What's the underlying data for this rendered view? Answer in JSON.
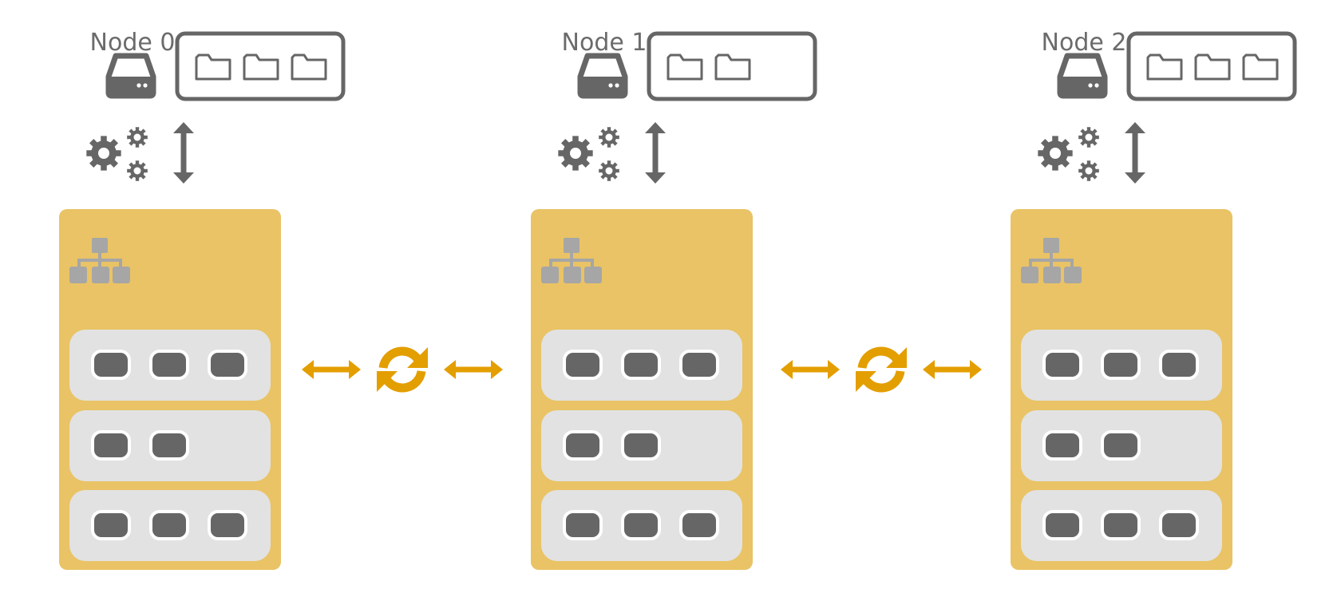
{
  "colors": {
    "gray": "#666666",
    "panel": "#e9c365",
    "row": "#e2e2e2",
    "network_icon": "#a6a6a6",
    "accent": "#e39e00"
  },
  "icons": {
    "disk": "hard-drive-icon",
    "folder": "folder-icon",
    "gears": "gears-icon",
    "io": "vertical-double-arrow-icon",
    "network": "network-hierarchy-icon",
    "sync": "sync-icon",
    "link": "horizontal-double-arrow-icon"
  },
  "nodes": [
    {
      "label": "Node 0",
      "folders": 3,
      "rows": [
        3,
        2,
        3
      ]
    },
    {
      "label": "Node 1",
      "folders": 2,
      "rows": [
        3,
        2,
        3
      ]
    },
    {
      "label": "Node 2",
      "folders": 3,
      "rows": [
        3,
        2,
        3
      ]
    }
  ],
  "links": [
    {
      "from": "Node 0",
      "to": "Node 1"
    },
    {
      "from": "Node 1",
      "to": "Node 2"
    }
  ]
}
